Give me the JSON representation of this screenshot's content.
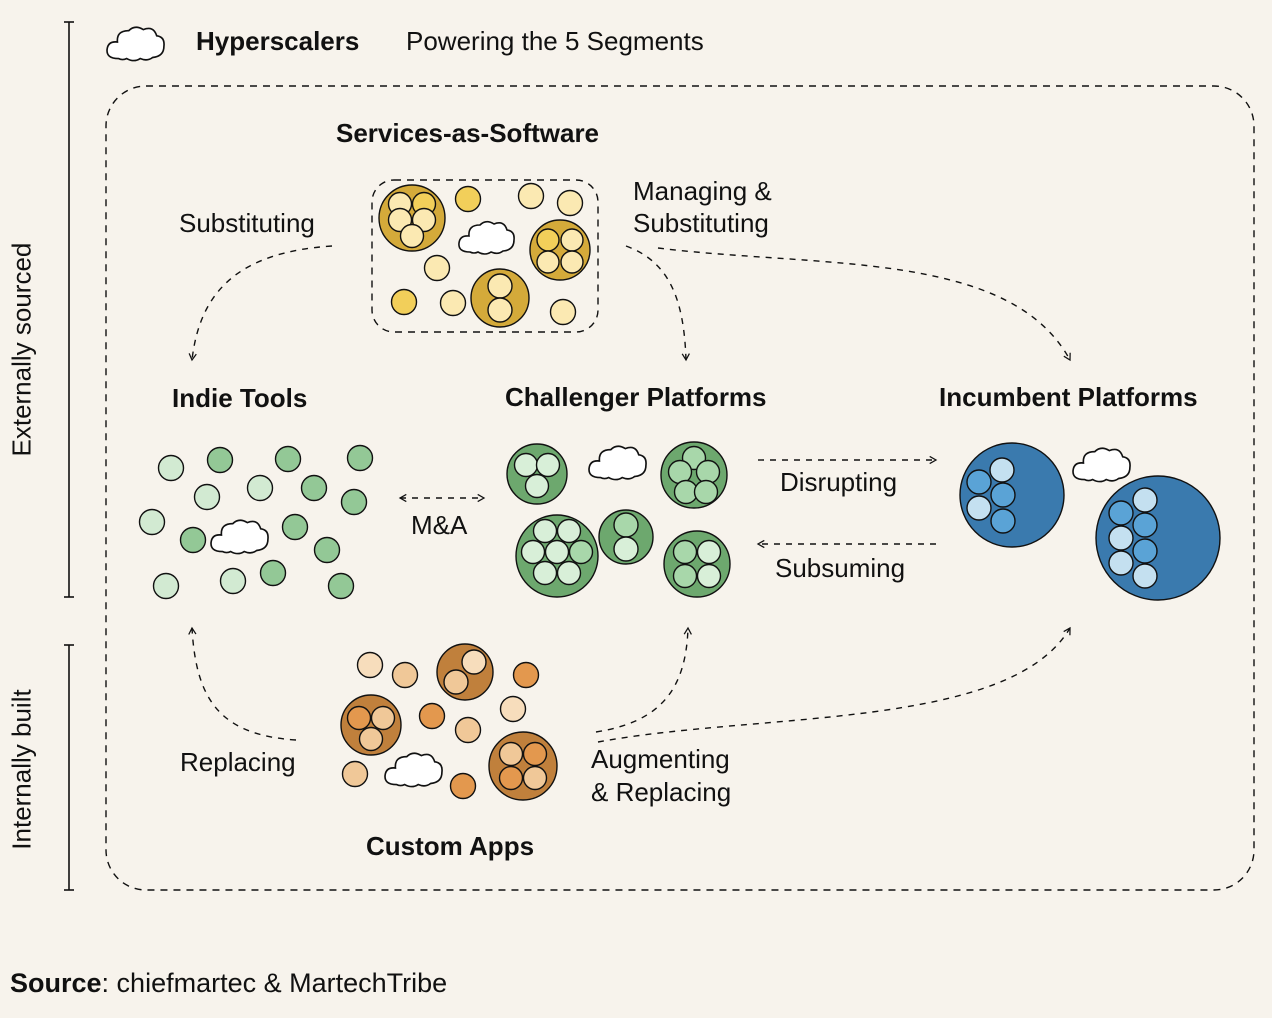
{
  "header": {
    "title": "Hyperscalers",
    "subtitle": "Powering the 5 Segments"
  },
  "side_labels": {
    "external": "Externally sourced",
    "internal": "Internally built"
  },
  "segments": {
    "saas": "Services-as-Software",
    "indie": "Indie Tools",
    "challenger": "Challenger Platforms",
    "incumbent": "Incumbent Platforms",
    "custom": "Custom Apps"
  },
  "relations": {
    "substituting": "Substituting",
    "managing_1": "Managing &",
    "managing_2": "Substituting",
    "mna": "M&A",
    "disrupting": "Disrupting",
    "subsuming": "Subsuming",
    "replacing": "Replacing",
    "augmenting_1": "Augmenting",
    "augmenting_2": "& Replacing"
  },
  "source": {
    "label": "Source",
    "text": ": chiefmartec & MartechTribe"
  },
  "colors": {
    "background": "#f7f3ec",
    "saas_dark": "#d4aa3a",
    "saas_mid": "#f2cf5a",
    "saas_light": "#fbe9b2",
    "indie_mid": "#93c896",
    "indie_light": "#d2ead2",
    "challenger_dark": "#6da86e",
    "challenger_mid": "#a8d7aa",
    "challenger_light": "#d8efd8",
    "incumbent_dark": "#3a7aae",
    "incumbent_mid": "#5aa3d6",
    "incumbent_light": "#c4e0f0",
    "custom_dark": "#c0803c",
    "custom_mid": "#e3984e",
    "custom_light": "#f0c898",
    "custom_pale": "#f7ddbc"
  },
  "icons": {
    "cloud": "cloud-icon",
    "arrow": "dashed-arrow"
  }
}
